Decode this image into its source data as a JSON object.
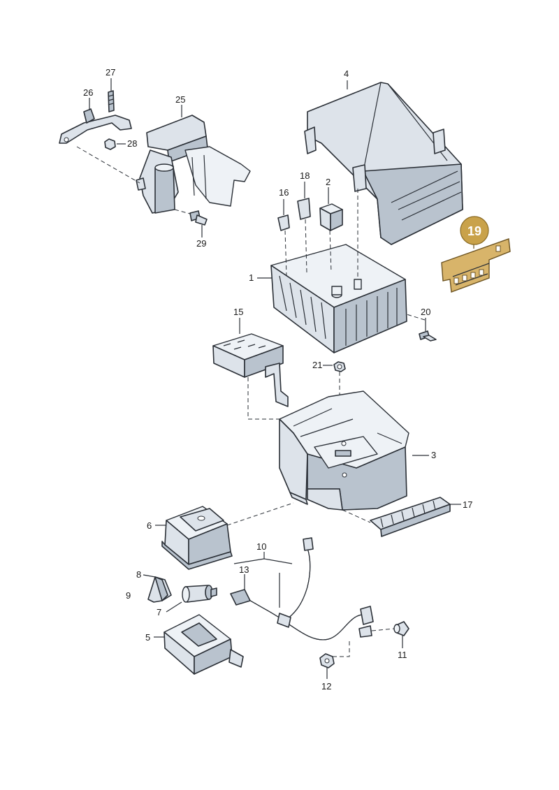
{
  "labels": {
    "l1": "1",
    "l2": "2",
    "l3": "3",
    "l4": "4",
    "l5": "5",
    "l6": "6",
    "l7": "7",
    "l8": "8",
    "l9": "9",
    "l10": "10",
    "l11": "11",
    "l12": "12",
    "l13": "13",
    "l15": "15",
    "l16": "16",
    "l17": "17",
    "l18": "18",
    "l19": "19",
    "l20": "20",
    "l21": "21",
    "l25": "25",
    "l26": "26",
    "l27": "27",
    "l28": "28",
    "l29": "29"
  },
  "colors": {
    "highlight_badge": "#c9a24a",
    "highlight_part": "#d8b46a"
  }
}
